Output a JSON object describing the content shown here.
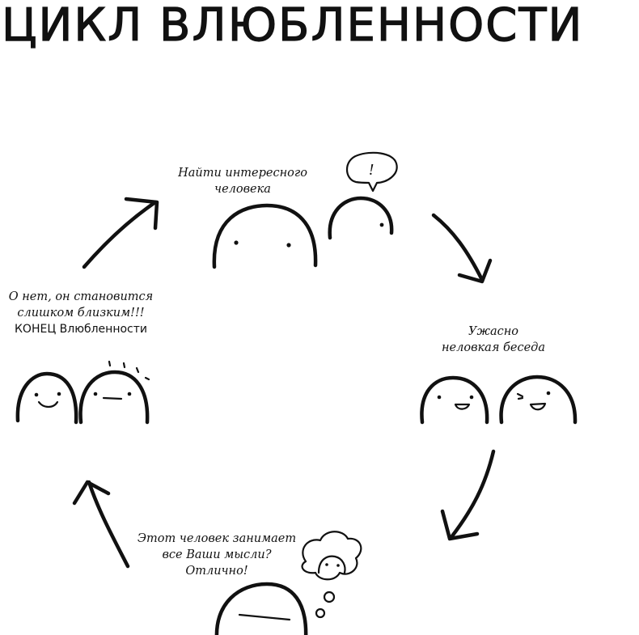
{
  "title": "ЦИКЛ ВЛЮБЛЕННОСТИ",
  "steps": [
    {
      "lines": [
        "Найти интересного",
        "человека"
      ],
      "icon": "exclamation-bubble-icon"
    },
    {
      "lines": [
        "Ужасно",
        "неловкая беседа"
      ]
    },
    {
      "lines": [
        "Этот человек занимает",
        "все Ваши мысли?",
        "Отлично!"
      ],
      "icon": "thought-cloud-icon"
    },
    {
      "lines": [
        "О нет, он становится",
        "слишком близким!!!",
        "КОНЕЦ Влюбленности"
      ]
    }
  ],
  "bubble_text": "!"
}
